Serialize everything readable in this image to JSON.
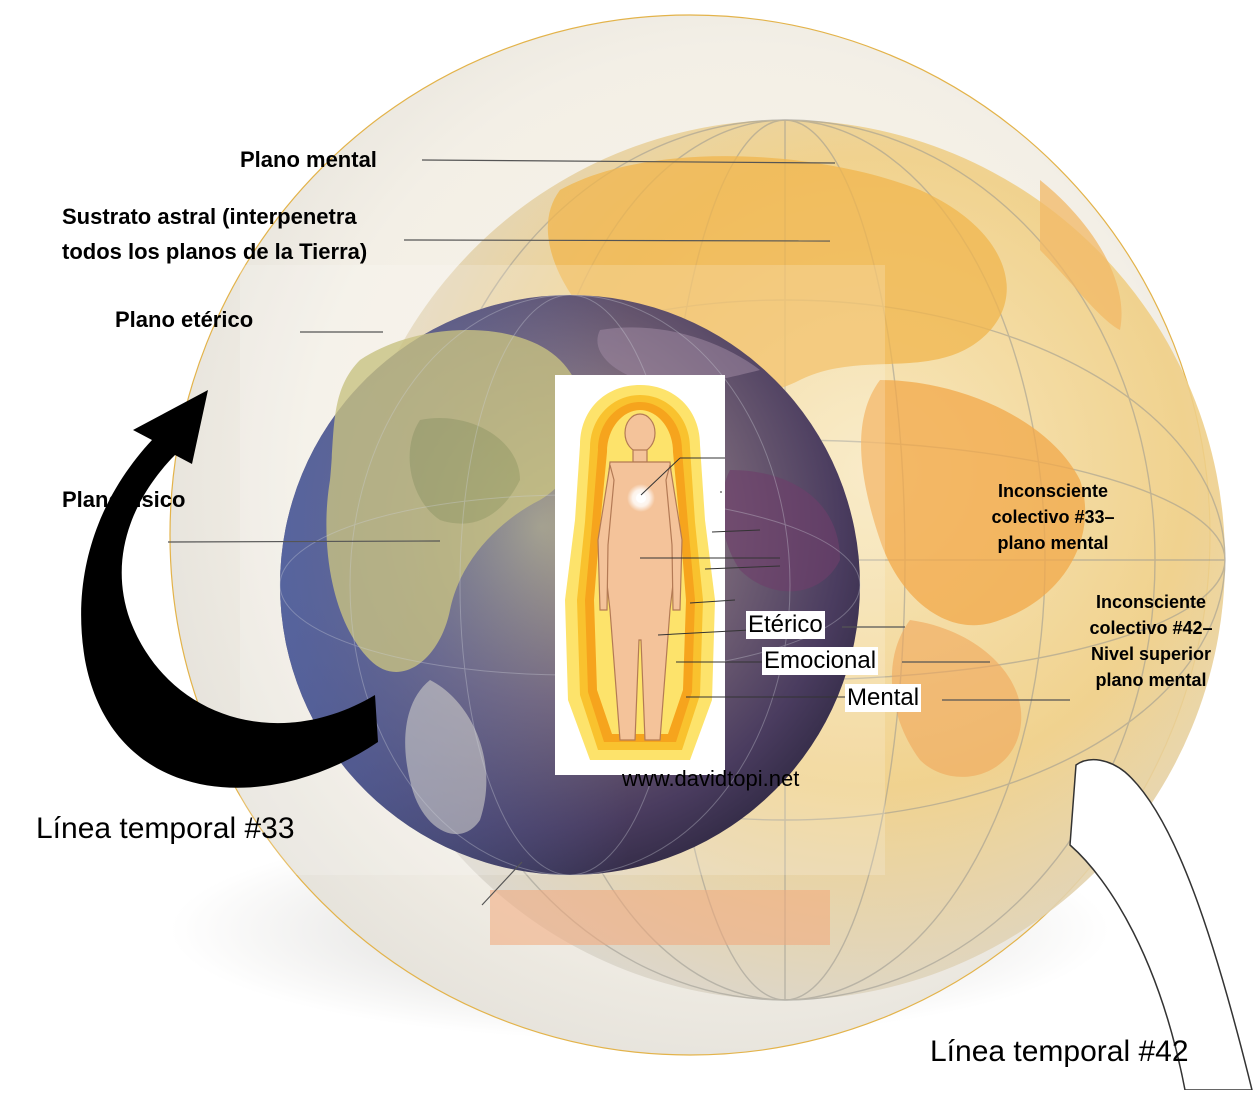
{
  "labels": {
    "plano_mental": "Plano mental",
    "sustrato_line1": "Sustrato astral (interpenetra",
    "sustrato_line2": "todos los planos de la Tierra)",
    "plano_eterico": "Plano etérico",
    "plano_fisico": "Plano físico",
    "inconsciente_33": [
      "Inconsciente",
      "colectivo #33–",
      "plano mental"
    ],
    "inconsciente_42": [
      "Inconsciente",
      "colectivo #42–",
      "Nivel superior",
      "plano mental"
    ]
  },
  "aura_labels": {
    "eterico": "Etérico",
    "emocional": "Emocional",
    "mental": "Mental"
  },
  "timelines": {
    "t33": "Línea temporal #33",
    "t42": "Línea temporal #42"
  },
  "watermark": "www.davidtopi.net",
  "colors": {
    "outer_sphere_line": "#e3b34a",
    "earth_blue": "#4b5f9a",
    "earth_purple": "#6a3f63",
    "continent_yellow": "#e9c66a",
    "aura_orange": "#f6a41d",
    "aura_yellow": "#fde36b",
    "skin": "#f4c39a",
    "arrow_black": "#000000"
  }
}
